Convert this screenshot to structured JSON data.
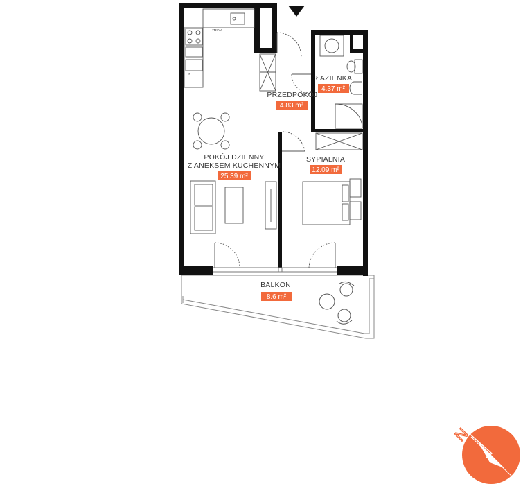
{
  "colors": {
    "accent": "#f26a3c",
    "wall": "#111111",
    "furniture": "#555555",
    "badge_text": "#ffffff"
  },
  "rooms": [
    {
      "id": "living",
      "name_lines": [
        "POKÓJ DZIENNY",
        "Z ANEKSEM KUCHENNYM"
      ],
      "area": "25.39 m²"
    },
    {
      "id": "hall",
      "name_lines": [
        "PRZEDPOKÓJ"
      ],
      "area": "4.83 m²"
    },
    {
      "id": "bath",
      "name_lines": [
        "ŁAZIENKA"
      ],
      "area": "4.37 m²"
    },
    {
      "id": "bed",
      "name_lines": [
        "SYPIALNIA"
      ],
      "area": "12.09 m²"
    },
    {
      "id": "balcony",
      "name_lines": [
        "BALKON"
      ],
      "area": "8.6 m²"
    }
  ],
  "kitchen_sink_label": "ZMYW.",
  "entrance_marker_icon": "entrance-arrow-icon",
  "compass": {
    "letter": "N",
    "icon": "compass-icon"
  }
}
